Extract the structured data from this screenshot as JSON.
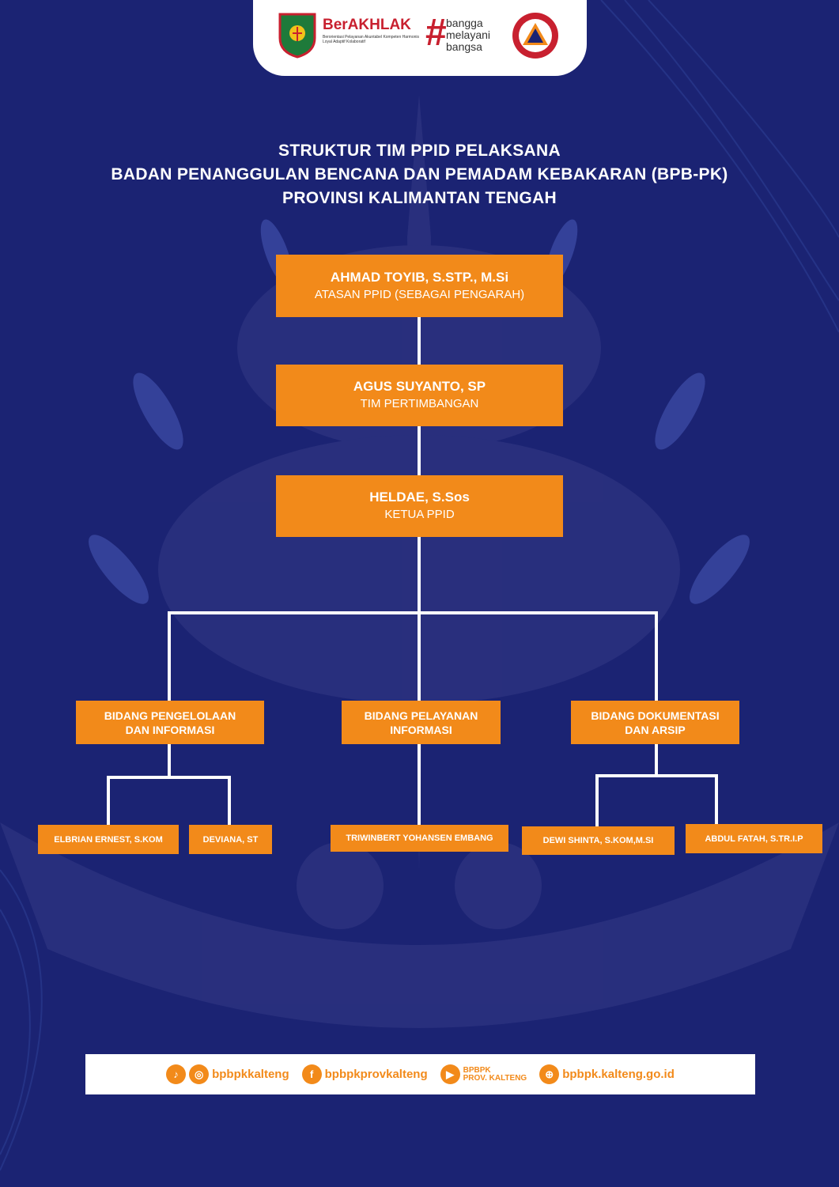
{
  "header": {
    "berakhlak_word": "BerAKHLAK",
    "berakhlak_sub": "Berorientasi Pelayanan Akuntabel Kompeten Harmonis Loyal Adaptif Kolaboratif",
    "bangga_hash": "#",
    "bangga_line1": "bangga",
    "bangga_line2": "melayani",
    "bangga_line3": "bangsa"
  },
  "title": {
    "line1": "STRUKTUR TIM PPID PELAKSANA",
    "line2": "BADAN PENANGGULAN BENCANA DAN PEMADAM KEBAKARAN (BPB-PK)",
    "line3": "PROVINSI KALIMANTAN TENGAH"
  },
  "org": {
    "atasan": {
      "name": "AHMAD TOYIB, S.STP., M.Si",
      "role": "ATASAN PPID (SEBAGAI PENGARAH)"
    },
    "pertimbangan": {
      "name": "AGUS SUYANTO, SP",
      "role": "TIM PERTIMBANGAN"
    },
    "ketua": {
      "name": "HELDAE, S.Sos",
      "role": "KETUA PPID"
    },
    "units": [
      {
        "line1": "BIDANG PENGELOLAAN",
        "line2": "DAN INFORMASI"
      },
      {
        "line1": "BIDANG PELAYANAN",
        "line2": "INFORMASI"
      },
      {
        "line1": "BIDANG DOKUMENTASI",
        "line2": "DAN ARSIP"
      }
    ],
    "members": [
      "ELBRIAN ERNEST, S.KOM",
      "DEVIANA, ST",
      "TRIWINBERT YOHANSEN EMBANG",
      "DEWI SHINTA, S.KOM,M.SI",
      "ABDUL FATAH, S.TR.I.P"
    ]
  },
  "footer": {
    "social1": "bpbpkkalteng",
    "social2": "bpbpkprovkalteng",
    "youtube1": "BPBPK",
    "youtube2": "PROV. KALTENG",
    "website": "bpbpk.kalteng.go.id",
    "icons": [
      "tiktok-icon",
      "instagram-icon",
      "facebook-icon",
      "youtube-icon",
      "globe-icon"
    ]
  },
  "colors": {
    "background": "#1b2373",
    "accent": "#f28a1a",
    "brand_red": "#c8202f"
  }
}
